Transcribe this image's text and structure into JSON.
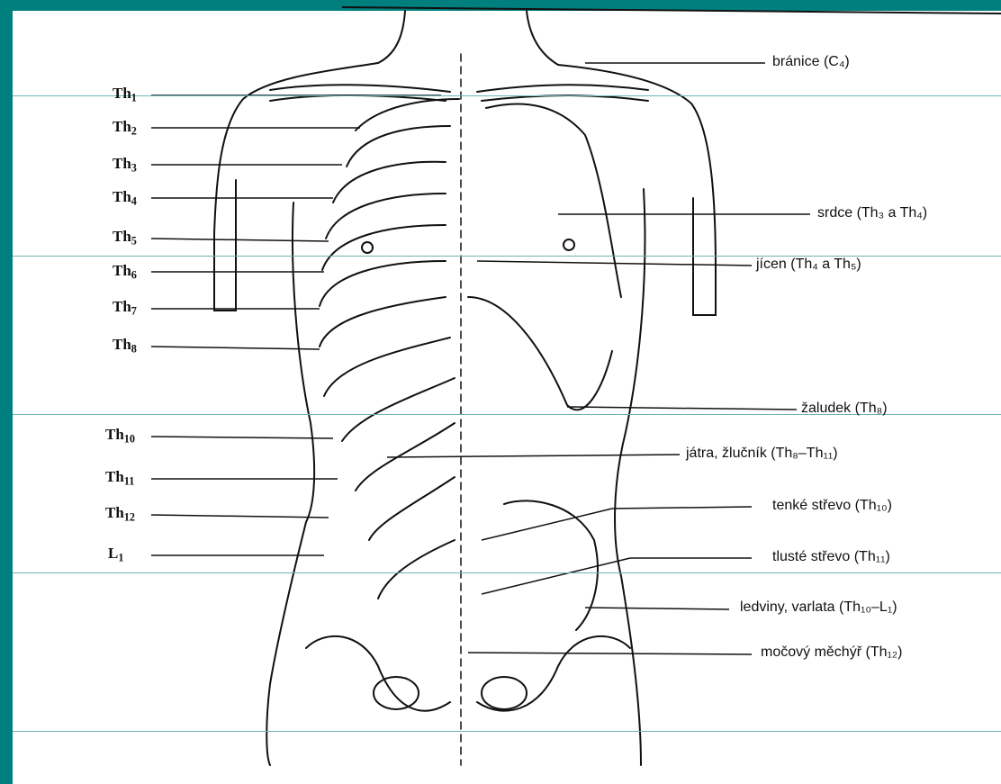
{
  "colors": {
    "frame": "#007f7f",
    "ruling": "#6fb3b3",
    "ink": "#111111"
  },
  "left_labels": [
    {
      "base": "Th",
      "sub": "1"
    },
    {
      "base": "Th",
      "sub": "2"
    },
    {
      "base": "Th",
      "sub": "3"
    },
    {
      "base": "Th",
      "sub": "4"
    },
    {
      "base": "Th",
      "sub": "5"
    },
    {
      "base": "Th",
      "sub": "6"
    },
    {
      "base": "Th",
      "sub": "7"
    },
    {
      "base": "Th",
      "sub": "8"
    },
    {
      "base": "Th",
      "sub": "10"
    },
    {
      "base": "Th",
      "sub": "11"
    },
    {
      "base": "Th",
      "sub": "12"
    },
    {
      "base": "L",
      "sub": "1"
    }
  ],
  "right_labels": [
    {
      "organ": "bránice",
      "segment": "(C₄)"
    },
    {
      "organ": "srdce",
      "segment": "(Th₃ a Th₄)"
    },
    {
      "organ": "jícen",
      "segment": "(Th₄ a Th₅)"
    },
    {
      "organ": "žaludek",
      "segment": "(Th₈)"
    },
    {
      "organ": "játra, žlučník",
      "segment": "(Th₈–Th₁₁)"
    },
    {
      "organ": "tenké střevo",
      "segment": "(Th₁₀)"
    },
    {
      "organ": "tlusté střevo",
      "segment": "(Th₁₁)"
    },
    {
      "organ": "ledviny, varlata",
      "segment": "(Th₁₀–L₁)"
    },
    {
      "organ": "močový měchýř",
      "segment": "(Th₁₂)"
    }
  ]
}
